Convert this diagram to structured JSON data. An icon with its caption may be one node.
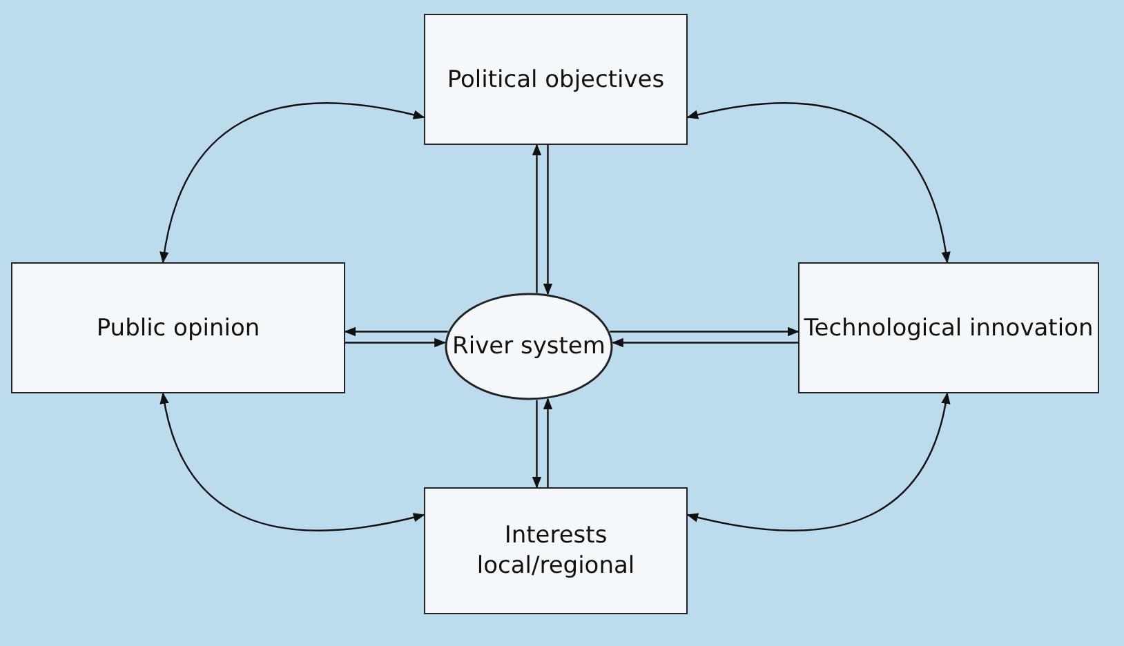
{
  "diagram": {
    "nodes": [
      {
        "text": [
          "Political objectives"
        ]
      },
      {
        "text": [
          "Public opinion"
        ]
      },
      {
        "text": [
          "River system"
        ]
      },
      {
        "text": [
          "Technological innovation"
        ]
      },
      {
        "text": [
          "Interests local/regional"
        ]
      }
    ],
    "edges": [
      {
        "from": 2,
        "to": 0,
        "arrow": "to"
      },
      {
        "from": 0,
        "to": 2,
        "arrow": "to"
      },
      {
        "from": 2,
        "to": 1,
        "arrow": "to"
      },
      {
        "from": 1,
        "to": 2,
        "arrow": "to"
      },
      {
        "from": 2,
        "to": 3,
        "arrow": "to"
      },
      {
        "from": 3,
        "to": 2,
        "arrow": "to"
      },
      {
        "from": 2,
        "to": 4,
        "arrow": "to"
      },
      {
        "from": 4,
        "to": 2,
        "arrow": "to"
      },
      {
        "from": 1,
        "to": 0,
        "arrow": "both"
      },
      {
        "from": 0,
        "to": 3,
        "arrow": "both"
      },
      {
        "from": 1,
        "to": 4,
        "arrow": "both"
      },
      {
        "from": 4,
        "to": 3,
        "arrow": "both"
      }
    ]
  }
}
